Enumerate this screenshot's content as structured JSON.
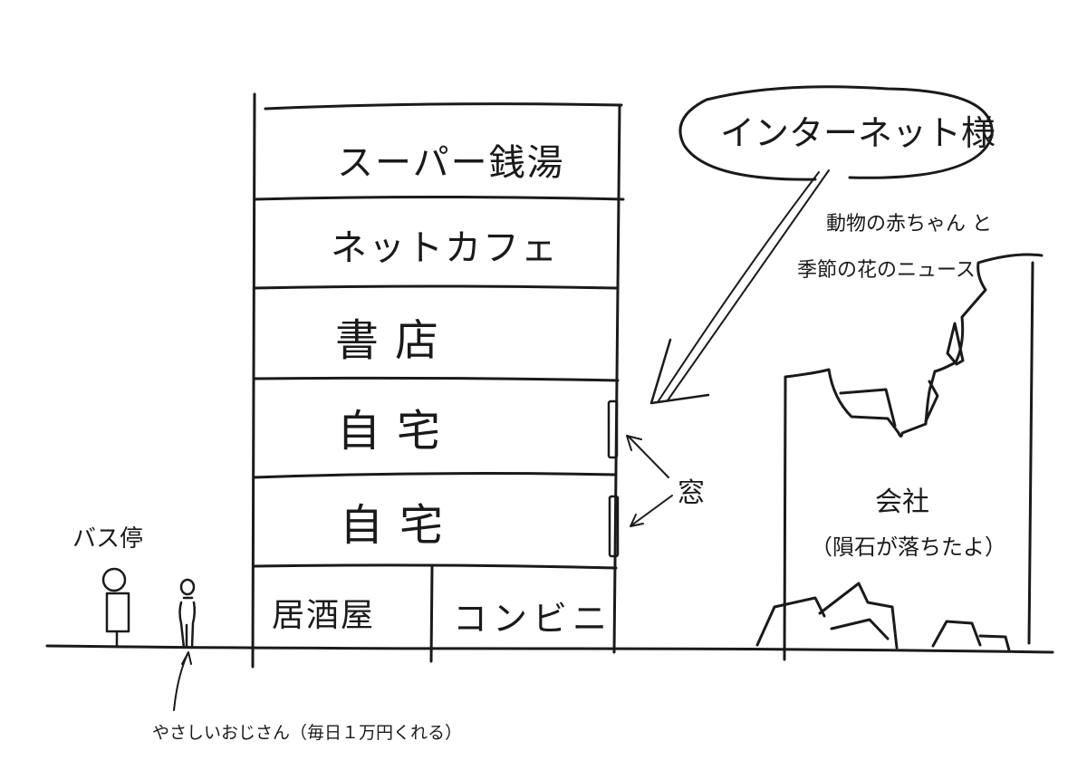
{
  "building": {
    "floors": [
      {
        "label": "スーパー銭湯"
      },
      {
        "label": "ネットカフェ"
      },
      {
        "label": "書店"
      },
      {
        "label": "自宅"
      },
      {
        "label": "自宅"
      }
    ],
    "ground_floor": [
      {
        "label": "居酒屋"
      },
      {
        "label": "コンビニ"
      }
    ]
  },
  "annotations": {
    "windows_label": "窓",
    "internet_label": "インターネット様",
    "news_line1": "動物の赤ちゃん と",
    "news_line2": "季節の花のニュース",
    "bus_stop_label": "バス停",
    "kind_man_label": "やさしいおじさん（毎日１万円くれる）"
  },
  "company": {
    "label": "会社",
    "sublabel": "（隕石が落ちたよ）"
  },
  "colors": {
    "ink": "#1a1a1a",
    "paper": "#ffffff"
  }
}
